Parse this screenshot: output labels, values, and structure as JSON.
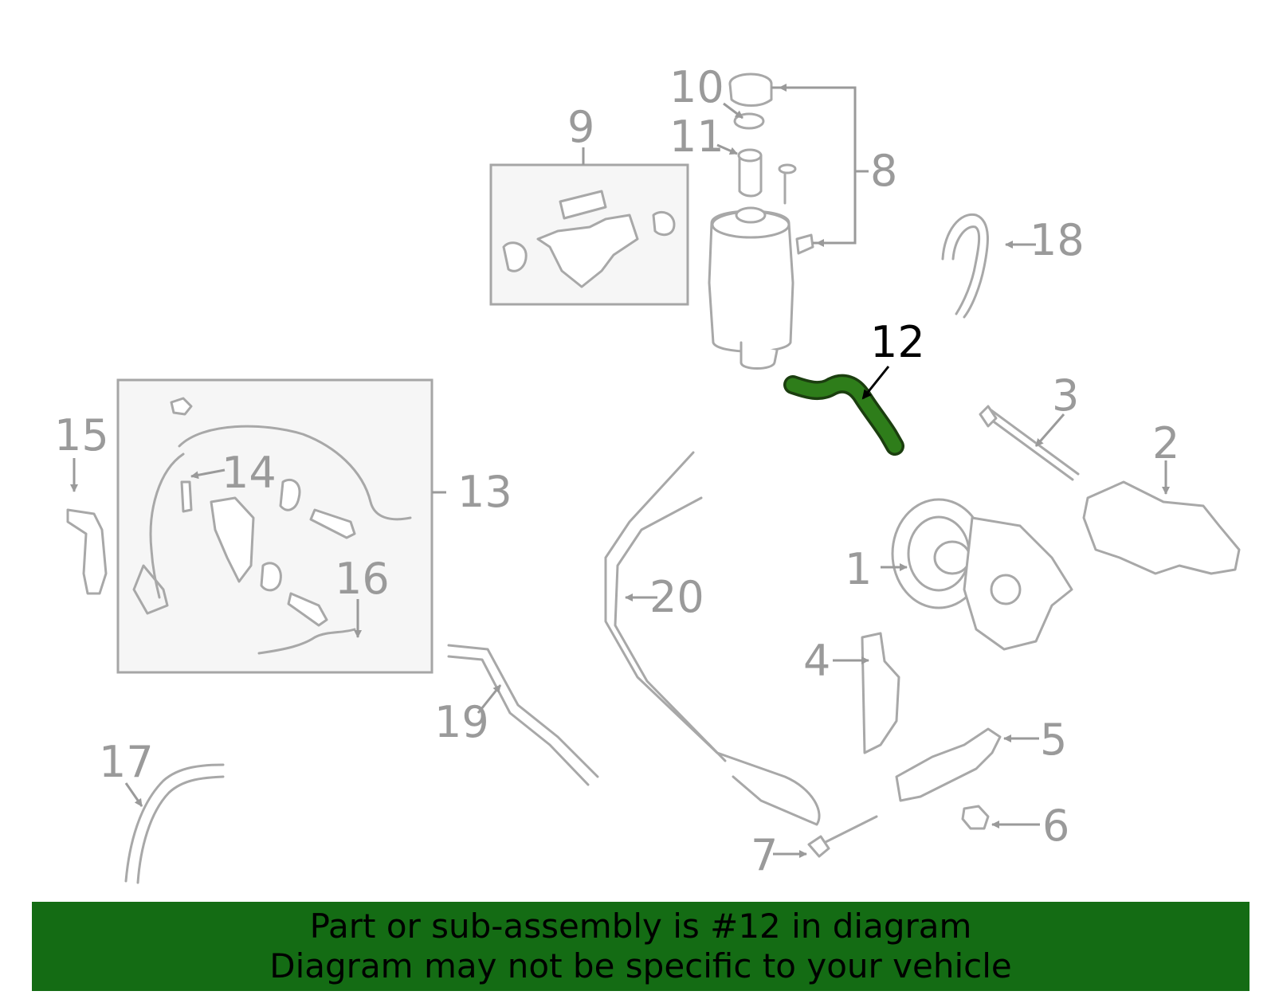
{
  "callouts": [
    "1",
    "2",
    "3",
    "4",
    "5",
    "6",
    "7",
    "8",
    "9",
    "10",
    "11",
    "12",
    "13",
    "14",
    "15",
    "16",
    "17",
    "18",
    "19",
    "20"
  ],
  "highlighted_part": "12",
  "banner": {
    "line1": "Part or sub-assembly is #12 in diagram",
    "line2": "Diagram may not be specific to your vehicle"
  },
  "colors": {
    "highlight_part": "#2e7d1a",
    "banner_bg": "#146c14",
    "part_outline": "#a8a8a8",
    "callout_text": "#9a9a9a"
  }
}
